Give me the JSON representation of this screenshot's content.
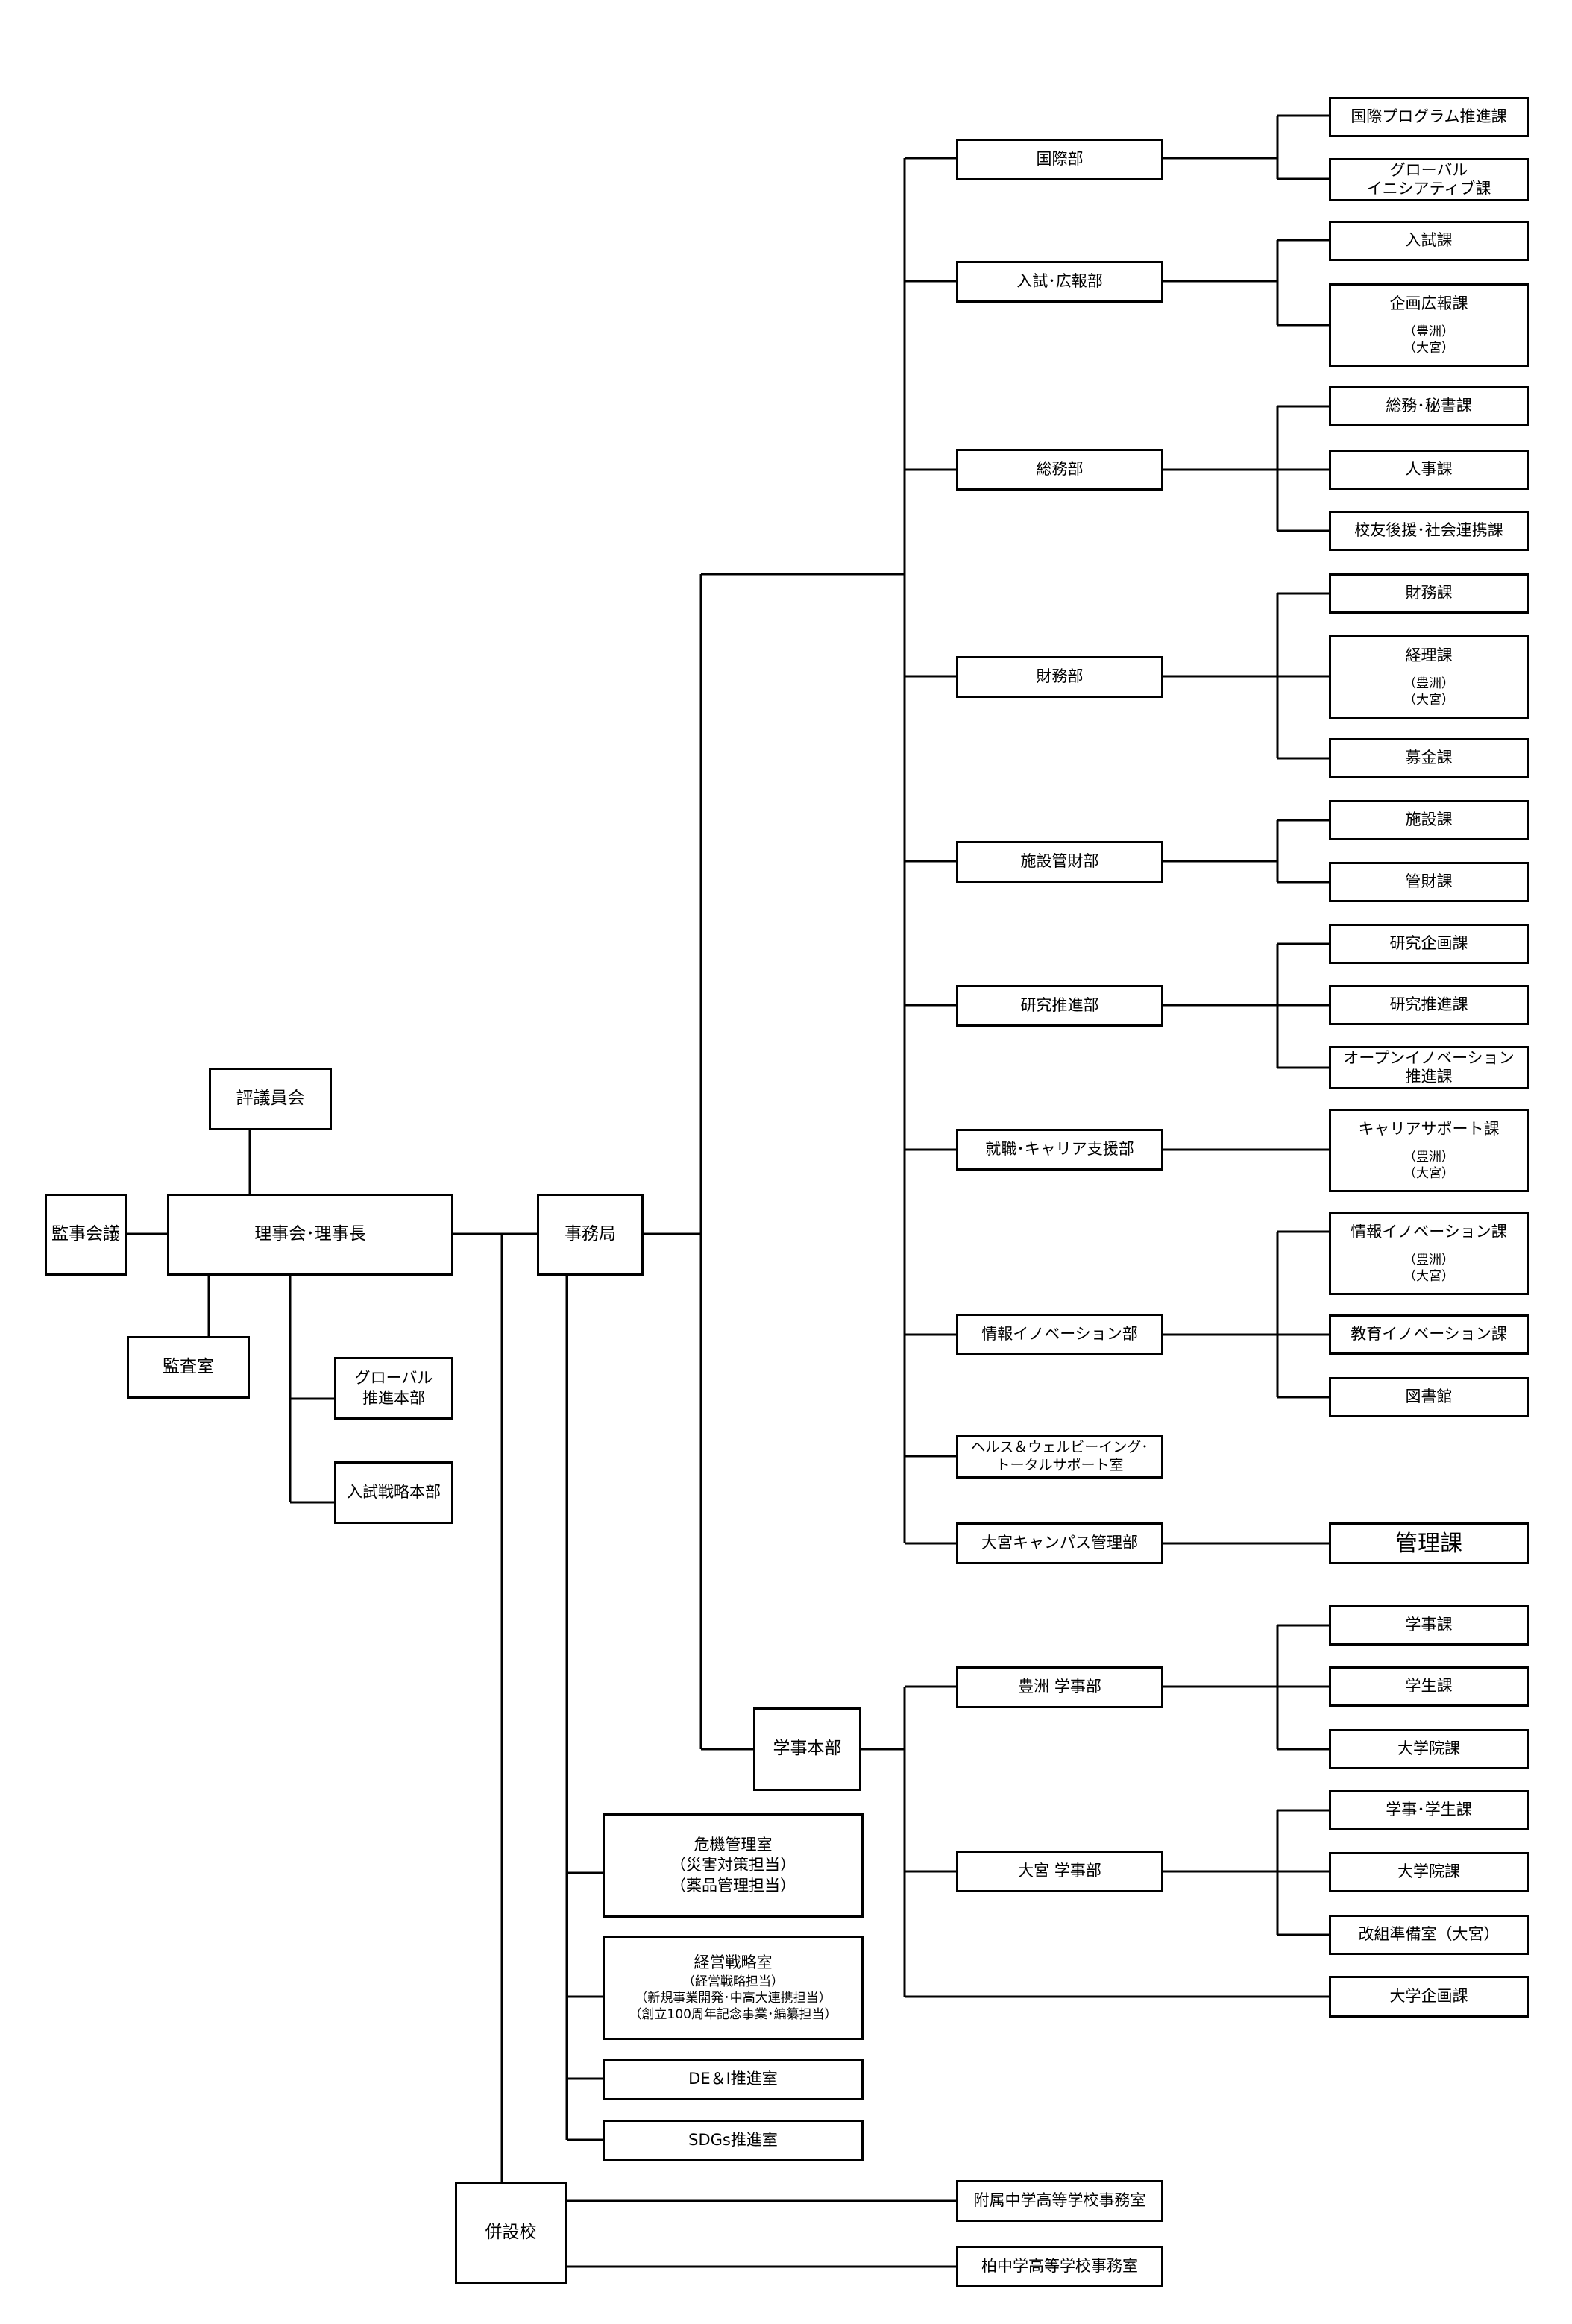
{
  "org": {
    "board": "理事会･理事長",
    "council": "評議員会",
    "auditors_meeting": "監事会議",
    "audit_office": "監査室",
    "global_hq": [
      "グローバル",
      "推進本部"
    ],
    "admissions_strategy_hq": "入試戦略本部",
    "secretariat": "事務局",
    "affiliated_schools": "併設校",
    "academic_hq": "学事本部",
    "crisis_office": [
      "危機管理室",
      "（災害対策担当）",
      "（薬品管理担当）"
    ],
    "strategy_office": [
      "経営戦略室",
      "（経営戦略担当）",
      "（新規事業開発･中高大連携担当）",
      "（創立100周年記念事業･編纂担当）"
    ],
    "dei_office": "DE＆I推進室",
    "sdgs_office": "SDGs推進室",
    "departments": {
      "international": "国際部",
      "admissions_pr": "入試･広報部",
      "general_affairs": "総務部",
      "finance": "財務部",
      "facilities": "施設管財部",
      "research": "研究推進部",
      "career": "就職･キャリア支援部",
      "info_innovation": "情報イノベーション部",
      "health_support": [
        "ヘルス＆ウェルビーイング･",
        "トータルサポート室"
      ],
      "omiya_campus": "大宮キャンパス管理部",
      "toyosu_academic": "豊洲 学事部",
      "omiya_academic": "大宮 学事部"
    },
    "sections": {
      "intl_program": "国際プログラム推進課",
      "global_initiative": [
        "グローバル",
        "イニシアティブ課"
      ],
      "admissions": "入試課",
      "planning_pr": "企画広報課",
      "planning_pr_sub": [
        "（豊洲）",
        "（大宮）"
      ],
      "general_secretary": "総務･秘書課",
      "personnel": "人事課",
      "alumni": "校友後援･社会連携課",
      "finance_section": "財務課",
      "accounting": "経理課",
      "accounting_sub": [
        "（豊洲）",
        "（大宮）"
      ],
      "fundraising": "募金課",
      "facilities_section": "施設課",
      "property": "管財課",
      "research_planning": "研究企画課",
      "research_promotion": "研究推進課",
      "open_innovation": [
        "オープンイノベーション",
        "推進課"
      ],
      "career_support": "キャリアサポート課",
      "career_support_sub": [
        "（豊洲）",
        "（大宮）"
      ],
      "info_innovation_section": "情報イノベーション課",
      "info_innovation_sub": [
        "（豊洲）",
        "（大宮）"
      ],
      "edu_innovation": "教育イノベーション課",
      "library": "図書館",
      "management": "管理課",
      "academic_affairs": "学事課",
      "student_affairs": "学生課",
      "grad_school_toyosu": "大学院課",
      "academic_student": "学事･学生課",
      "grad_school_omiya": "大学院課",
      "reorg_prep": "改組準備室（大宮）",
      "univ_planning": "大学企画課"
    },
    "schools": {
      "junior_high": "附属中学高等学校事務室",
      "kashiwa": "柏中学高等学校事務室"
    }
  }
}
